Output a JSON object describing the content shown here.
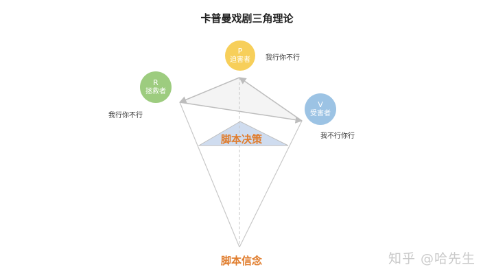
{
  "title": "卡普曼戏剧三角理论",
  "nodes": {
    "persecutor": {
      "letter": "P",
      "name": "迫害者",
      "color": "#f7cf5a",
      "note": "我行你不行"
    },
    "rescuer": {
      "letter": "R",
      "name": "拯救者",
      "color": "#9dcc7f",
      "note": "我行你不行"
    },
    "victim": {
      "letter": "V",
      "name": "受害者",
      "color": "#9cc3e4",
      "note": "我不行你行"
    }
  },
  "labels": {
    "script_decision": "脚本决策",
    "script_belief": "脚本信念"
  },
  "colors": {
    "accent_orange": "#e07c2c",
    "decision_fill": "#cfdcef",
    "line_gray": "#bdbdbd"
  },
  "watermark": "知乎 @哈先生"
}
